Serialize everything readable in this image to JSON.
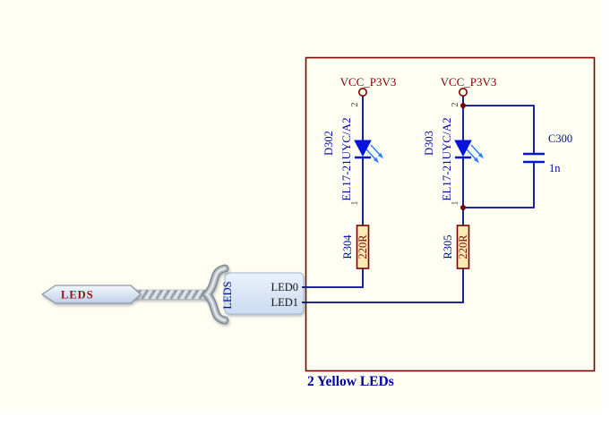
{
  "colors": {
    "page_background": "#FFFFFF",
    "canvas_background": "#FFFEF2",
    "sheet_border": "#7A0000",
    "wire": "#000A8C",
    "symbol_blue": "#0512DC",
    "arrow_blue": "#2F7DFF",
    "power_text": "#7A0000",
    "designator_text": "#0008A8",
    "value_text": "#7A1200",
    "pin_text": "#3C3C3C",
    "resistor_fill": "#FBEAB4",
    "resistor_border": "#7A0000",
    "junction": "#7A0000",
    "caption_text": "#0000A8",
    "port_text": "#141414",
    "harness_box_fill_top": "#EAF1FB",
    "harness_box_fill_bottom": "#CBDBF0",
    "harness_box_border": "#A4B8D4",
    "pennant_fill_top": "#F4F8FE",
    "pennant_fill_bottom": "#BED0E6",
    "pennant_border": "#8C96A2",
    "pennant_text": "#8B1515",
    "cable_base": "#DDE2E8",
    "cable_edge": "#A9B1BB",
    "cable_stripe": "#97A0AB",
    "brace_dark": "#7F8791",
    "brace_mid": "#B7BEC6",
    "brace_light": "#E6EAEF"
  },
  "sheet": {
    "caption": "2 Yellow LEDs"
  },
  "power_ports": [
    {
      "label": "VCC_P3V3"
    },
    {
      "label": "VCC_P3V3"
    }
  ],
  "leds": [
    {
      "designator": "D302",
      "part_number": "EL17-21UYC/A2",
      "pin_top": "2",
      "pin_bottom": "1"
    },
    {
      "designator": "D303",
      "part_number": "EL17-21UYC/A2",
      "pin_top": "2",
      "pin_bottom": "1"
    }
  ],
  "resistors": [
    {
      "designator": "R304",
      "value": "220R"
    },
    {
      "designator": "R305",
      "value": "220R"
    }
  ],
  "capacitor": {
    "designator": "C300",
    "value": "1n"
  },
  "harness": {
    "net_label": "LEDS",
    "bundle_label": "LEDS",
    "entries": [
      "LED0",
      "LED1"
    ]
  }
}
